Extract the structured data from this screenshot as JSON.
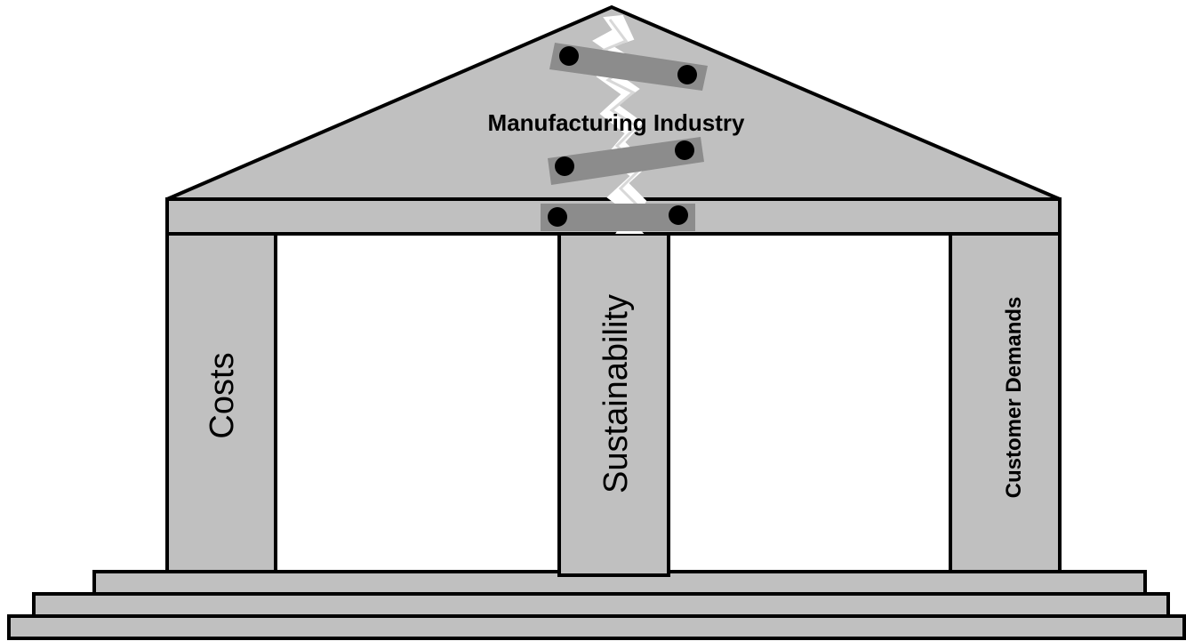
{
  "roof": {
    "label": "Manufacturing Industry"
  },
  "pillars": {
    "left": "Costs",
    "center": "Sustainability",
    "right": "Customer Demands"
  },
  "colors": {
    "structure_fill": "#c0c0c0",
    "splint_fill": "#8c8c8c",
    "outline": "#000000",
    "crack": "#ffffff",
    "background": "#ffffff"
  }
}
